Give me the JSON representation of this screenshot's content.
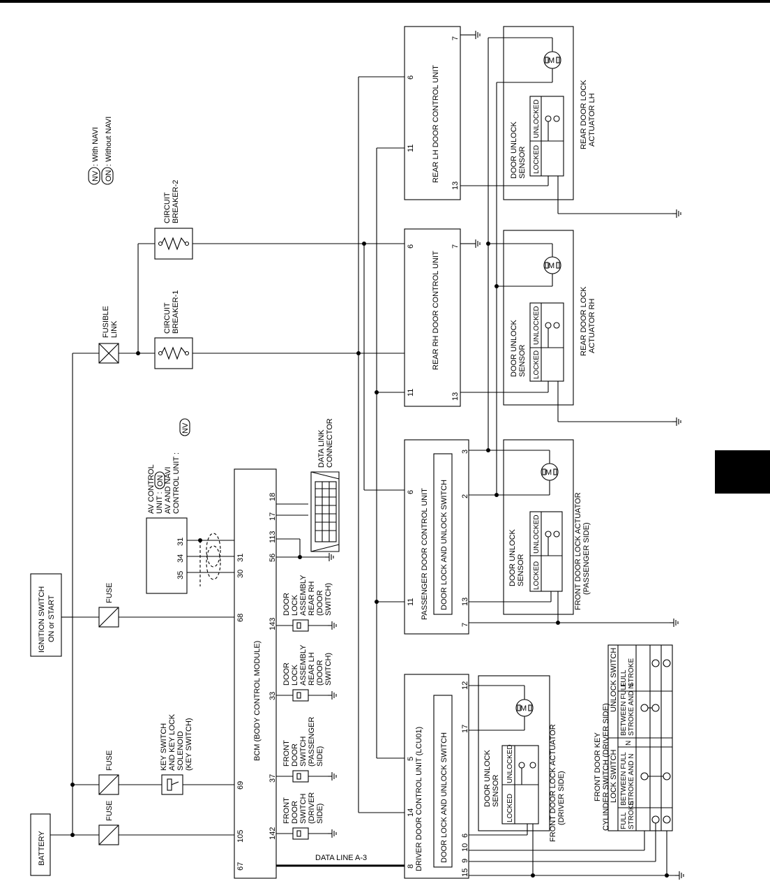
{
  "legend": {
    "nv_tag": "NV",
    "nv_text": ": With NAVI",
    "on_tag": "ON",
    "on_text": ": Without NAVI"
  },
  "power": {
    "battery": "BATTERY",
    "ignition_line1": "IGNITION SWITCH",
    "ignition_line2": "ON or START",
    "fuse": "FUSE",
    "fusible_link_line1": "FUSIBLE",
    "fusible_link_line2": "LINK",
    "cb1_line1": "CIRCUIT",
    "cb1_line2": "BREAKER-1",
    "cb2_line1": "CIRCUIT",
    "cb2_line2": "BREAKER-2"
  },
  "key_switch": [
    "KEY SWITCH",
    "AND KEY LOCK",
    "SOLENOID",
    "(KEY SWITCH)"
  ],
  "av_control": {
    "line1": "AV CONTROL",
    "line2": "UNIT :",
    "line3": "AV AND NAVI",
    "line4": "CONTROL UNIT :",
    "on_tag": "ON",
    "nv_tag": "NV",
    "pin35": "35",
    "pin34": "34",
    "pin31": "31"
  },
  "bcm": {
    "title": "BCM (BODY CONTROL MODULE)",
    "pins_top": [
      "67",
      "105",
      "69",
      "68",
      "30",
      "31"
    ],
    "pins_bottom": [
      "142",
      "37",
      "33",
      "143",
      "56",
      "113",
      "17",
      "18"
    ]
  },
  "data_link": {
    "line1": "DATA LINK",
    "line2": "CONNECTOR",
    "data_line": "DATA LINE A-3"
  },
  "switches": {
    "front_driver": [
      "FRONT",
      "DOOR",
      "SWITCH",
      "(DRIVER",
      "SIDE)"
    ],
    "front_passenger": [
      "FRONT",
      "DOOR",
      "SWITCH",
      "(PASSENGER",
      "SIDE)"
    ],
    "rear_lh": [
      "DOOR",
      "LOCK",
      "ASSEMBLY",
      "REAR LH",
      "(DOOR",
      "SWITCH)"
    ],
    "rear_rh": [
      "DOOR",
      "LOCK",
      "ASSEMBLY",
      "REAR RH",
      "(DOOR",
      "SWITCH)"
    ]
  },
  "driver_unit": {
    "title": "DRIVER DOOR CONTROL UNIT (LCU01)",
    "subtitle": "DOOR LOCK AND UNLOCK SWITCH",
    "pins_left": [
      "8",
      "14",
      "5"
    ],
    "pins_right": [
      "15",
      "9",
      "10",
      "6",
      "17",
      "12"
    ]
  },
  "passenger_unit": {
    "title": "PASSENGER DOOR CONTROL UNIT",
    "subtitle": "DOOR LOCK AND UNLOCK SWITCH",
    "pins_left": [
      "11",
      "6"
    ],
    "pins_right": [
      "7",
      "13",
      "2",
      "3"
    ]
  },
  "rear_rh_unit": {
    "title": "REAR RH DOOR CONTROL UNIT",
    "pins_left": [
      "11",
      "6"
    ],
    "pins_right": [
      "13",
      "7"
    ]
  },
  "rear_lh_unit": {
    "title": "REAR LH DOOR CONTROL UNIT",
    "pins_left": [
      "11",
      "6"
    ],
    "pins_right": [
      "13",
      "7"
    ]
  },
  "sensor": {
    "line1": "DOOR UNLOCK",
    "line2": "SENSOR",
    "locked": "LOCKED",
    "unlocked": "UNLOCKED",
    "motor": "M"
  },
  "actuators": {
    "front_driver": [
      "FRONT DOOR LOCK ACTUATOR",
      "(DRIVER SIDE)"
    ],
    "front_passenger": [
      "FRONT DOOR LOCK ACTUATOR",
      "(PASSENGER SIDE)"
    ],
    "rear_rh": [
      "REAR DOOR LOCK",
      "ACTUATOR RH"
    ],
    "rear_lh": [
      "REAR DOOR LOCK",
      "ACTUATOR LH"
    ]
  },
  "key_cylinder": {
    "title_line1": "FRONT DOOR KEY",
    "title_line2": "CYLINDER SWITCH (DRIVER SIDE)",
    "lock_switch": "LOCK SWITCH",
    "unlock_switch": "UNLOCK SWITCH",
    "full_stroke_1": "FULL",
    "full_stroke_2": "STROKE",
    "between_1": "BETWEEN FULL",
    "between_2": "STROKE AND N",
    "n": "N"
  }
}
